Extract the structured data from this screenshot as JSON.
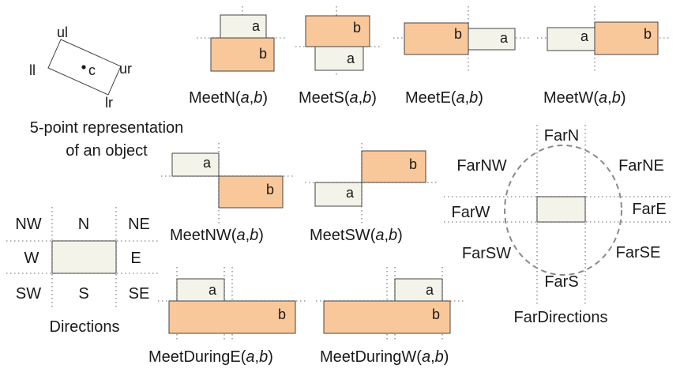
{
  "colors": {
    "box_a": "#f4f3ea",
    "box_b": "#f9c89a",
    "stroke": "#444444"
  },
  "five_point": {
    "ul": "ul",
    "ur": "ur",
    "ll": "ll",
    "lr": "lr",
    "c": "c",
    "caption_line1": "5-point representation",
    "caption_line2": "of an object"
  },
  "labels": {
    "a": "a",
    "b": "b"
  },
  "meet": {
    "n": {
      "name": "MeetN"
    },
    "s": {
      "name": "MeetS"
    },
    "e": {
      "name": "MeetE"
    },
    "w": {
      "name": "MeetW"
    },
    "nw": {
      "name": "MeetNW"
    },
    "sw": {
      "name": "MeetSW"
    },
    "during_e": {
      "name": "MeetDuringE"
    },
    "during_w": {
      "name": "MeetDuringW"
    }
  },
  "directions": {
    "nw": "NW",
    "n": "N",
    "ne": "NE",
    "w": "W",
    "e": "E",
    "sw": "SW",
    "s": "S",
    "se": "SE",
    "caption": "Directions"
  },
  "far": {
    "n": "FarN",
    "nw": "FarNW",
    "ne": "FarNE",
    "w": "FarW",
    "e": "FarE",
    "sw": "FarSW",
    "se": "FarSE",
    "s": "FarS",
    "caption": "FarDirections"
  }
}
